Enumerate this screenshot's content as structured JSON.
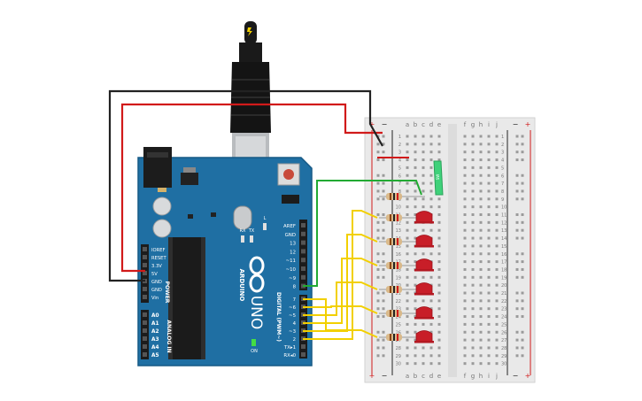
{
  "arduino": {
    "brand": "ARDUINO",
    "model": "UNO",
    "on_label": "ON",
    "tx_label": "TX",
    "rx_label": "RX",
    "l_label": "L",
    "power_title": "POWER",
    "analog_title": "ANALOG IN",
    "digital_title": "DIGITAL (PWM~)",
    "power_pins": [
      "IOREF",
      "RESET",
      "3.3V",
      "5V",
      "GND",
      "GND",
      "Vin"
    ],
    "analog_pins": [
      "A0",
      "A1",
      "A2",
      "A3",
      "A4",
      "A5"
    ],
    "digital_upper": [
      "AREF",
      "GND",
      "13",
      "12",
      "~11",
      "~10",
      "~9",
      "8"
    ],
    "digital_lower": [
      "7",
      "~6",
      "~5",
      "4",
      "~3",
      "2",
      "TX▸1",
      "RX◂0"
    ]
  },
  "breadboard": {
    "columns_left": [
      "a",
      "b",
      "c",
      "d",
      "e"
    ],
    "columns_right": [
      "f",
      "g",
      "h",
      "i",
      "j"
    ],
    "row_labels": [
      "1",
      "2",
      "3",
      "4",
      "5",
      "6",
      "7",
      "8",
      "9",
      "10",
      "11",
      "12",
      "13",
      "14",
      "15",
      "16",
      "17",
      "18",
      "19",
      "20",
      "21",
      "22",
      "23",
      "24",
      "25",
      "26",
      "27",
      "28",
      "29",
      "30"
    ],
    "plus": "+",
    "minus": "−"
  },
  "colors": {
    "board": "#1f6fa3",
    "wire_signal": "#f2d000",
    "wire_button": "#22aa33",
    "wire_power": "#d11a1a",
    "wire_ground": "#222222",
    "led": "#c81e28",
    "usb": "#1c1c1c",
    "breadboard": "#e9e9e9"
  },
  "components": {
    "led_count": 6,
    "switch_label": "SW",
    "usb_icon": "lightning-icon"
  }
}
